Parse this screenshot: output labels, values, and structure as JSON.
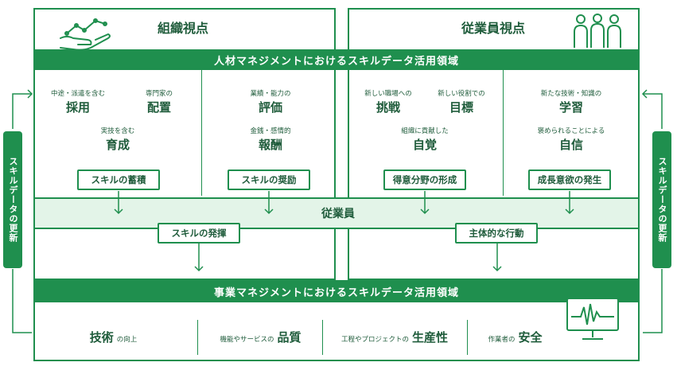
{
  "top_left_title": "組織視点",
  "top_right_title": "従業員視点",
  "talent_band": "人材マネジメントにおけるスキルデータ活用領域",
  "business_band": "事業マネジメントにおけるスキルデータ活用領域",
  "employee_band": "従業員",
  "side_label": "スキルデータの更新",
  "col1": {
    "a_small": "中途・派遣を含む",
    "a_big": "採用",
    "b_small": "専門家の",
    "b_big": "配置",
    "c_small": "実技を含む",
    "c_big": "育成",
    "pill": "スキルの蓄積"
  },
  "col2": {
    "a_small": "業績・能力の",
    "a_big": "評価",
    "b_small": "金銭・感情的",
    "b_big": "報酬",
    "pill": "スキルの奨励"
  },
  "col3": {
    "a_small": "新しい職場への",
    "a_big": "挑戦",
    "b_small": "新しい役割での",
    "b_big": "目標",
    "c_small": "組織に貢献した",
    "c_big": "自覚",
    "pill": "得意分野の形成"
  },
  "col4": {
    "a_small": "新たな技術・知識の",
    "a_big": "学習",
    "b_small": "褒められることによる",
    "b_big": "自信",
    "pill": "成長意欲の発生"
  },
  "mid_left_pill": "スキルの発揮",
  "mid_right_pill": "主体的な行動",
  "bottom": {
    "b1_big": "技術",
    "b1_small": "の向上",
    "b2_small": "機能やサービスの",
    "b2_big": "品質",
    "b3_small": "工程やプロジェクトの",
    "b3_big": "生産性",
    "b4_small": "作業者の",
    "b4_big": "安全"
  }
}
